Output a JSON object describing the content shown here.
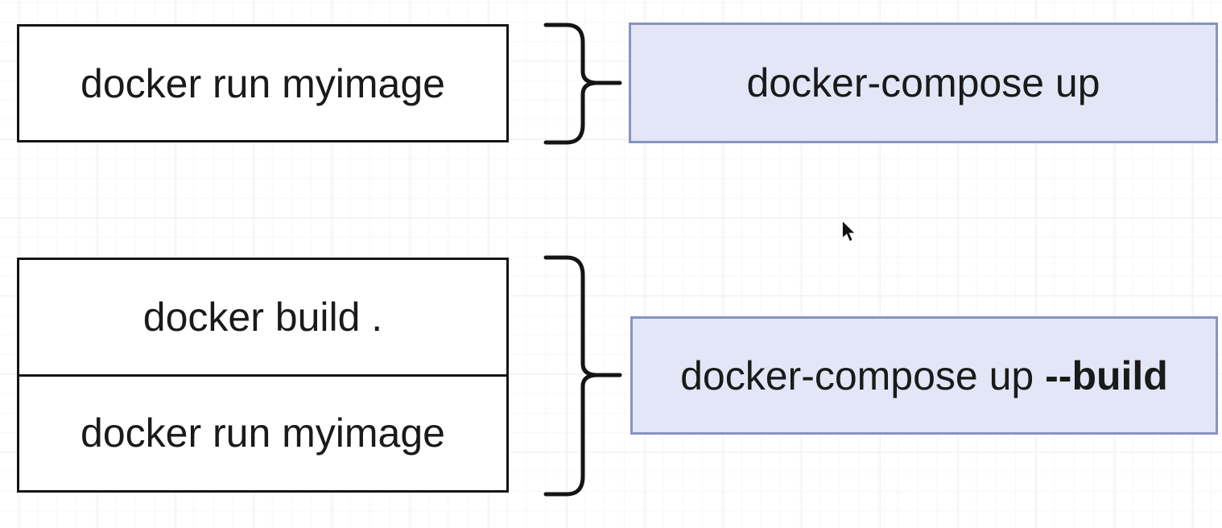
{
  "diagram": {
    "description": "docker commands mapped to docker-compose equivalents",
    "rows": [
      {
        "left_commands": [
          "docker run myimage"
        ],
        "compose": {
          "normal": "docker-compose up",
          "bold": ""
        }
      },
      {
        "left_commands": [
          "docker build .",
          "docker run myimage"
        ],
        "compose": {
          "normal": "docker-compose up ",
          "bold": "--build"
        }
      }
    ]
  },
  "colors": {
    "plain_box_fill": "#ffffff",
    "plain_box_border": "#141414",
    "compose_box_fill": "#e2e6f7",
    "compose_box_border": "#8595bf",
    "text": "#1a1a1a",
    "brace": "#141414",
    "grid_minor": "#f7f7f9",
    "grid_major": "#eeeef1"
  },
  "icons": {
    "brace": "curly-brace-right",
    "cursor": "mouse-pointer-arrow"
  }
}
